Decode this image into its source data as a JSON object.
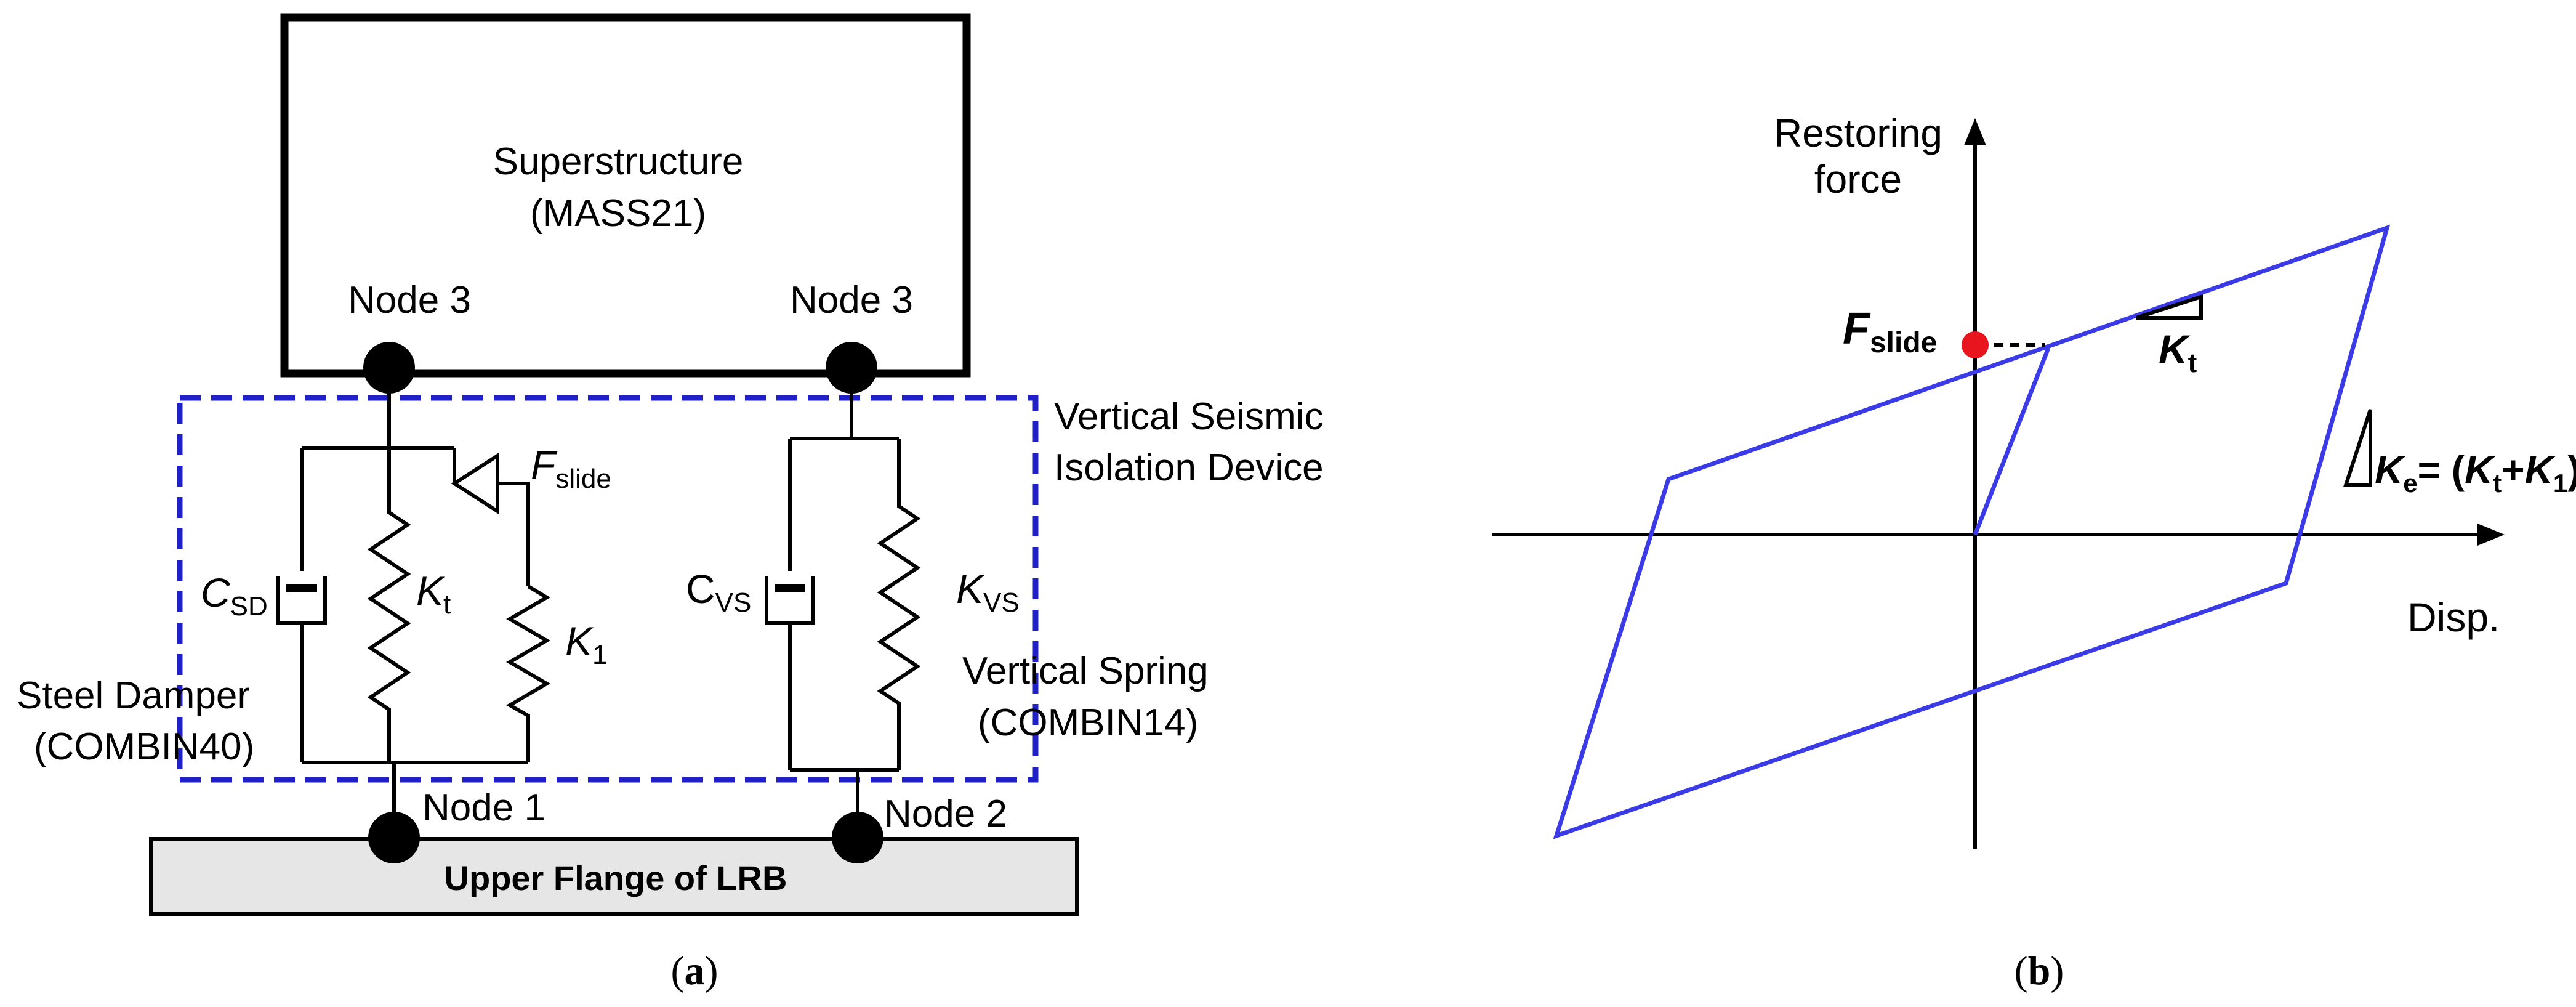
{
  "panel_a": {
    "caption_open": "(",
    "caption_letter": "a",
    "caption_close": ")",
    "superstructure_title": "Superstructure",
    "superstructure_element": "(MASS21)",
    "node3_left": "Node 3",
    "node3_right": "Node 3",
    "node1": "Node 1",
    "node2": "Node 2",
    "device_title_line1": "Vertical Seismic",
    "device_title_line2": "Isolation Device",
    "f_slide_symbol": "F",
    "f_slide_sub": "slide",
    "c_sd_symbol": "C",
    "c_sd_sub": "SD",
    "k_t_symbol": "K",
    "k_t_sub": "t",
    "k_1_symbol": "K",
    "k_1_sub": "1",
    "c_vs_symbol": "C",
    "c_vs_sub": "VS",
    "k_vs_symbol": "K",
    "k_vs_sub": "VS",
    "steel_damper_line1": "Steel Damper",
    "steel_damper_line2": "(COMBIN40)",
    "vertical_spring_line1": "Vertical Spring",
    "vertical_spring_line2": "(COMBIN14)",
    "flange_label": "Upper Flange of LRB",
    "colors": {
      "dashed_box": "#2020c8",
      "flange_fill": "#e6e6e6"
    }
  },
  "panel_b": {
    "caption_open": "(",
    "caption_letter": "b",
    "caption_close": ")",
    "y_axis_line1": "Restoring",
    "y_axis_line2": "force",
    "x_axis": "Disp.",
    "f_slide_symbol": "F",
    "f_slide_sub": "slide",
    "kt_symbol": "K",
    "kt_sub": "t",
    "ke_symbol": "K",
    "ke_sub": "e",
    "ke_eq": "= (",
    "ke_term1_symbol": "K",
    "ke_term1_sub": "t",
    "ke_plus": "+",
    "ke_term2_symbol": "K",
    "ke_term2_sub": "1",
    "ke_close": ")",
    "colors": {
      "loop": "#3a3ae6",
      "f_slide_marker": "#e8141e"
    }
  }
}
